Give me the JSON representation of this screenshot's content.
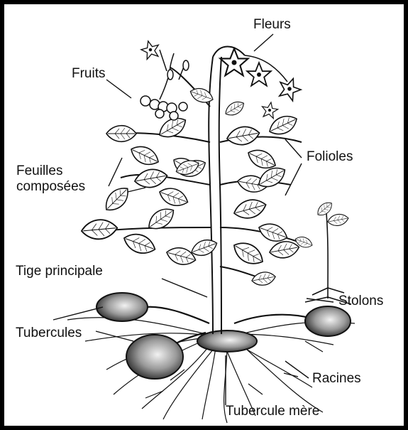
{
  "labels": {
    "fleurs": "Fleurs",
    "fruits": "Fruits",
    "folioles": "Folioles",
    "feuilles_composees_line1": "Feuilles",
    "feuilles_composees_line2": "composées",
    "tige_principale": "Tige principale",
    "stolons": "Stolons",
    "tubercules": "Tubercules",
    "racines": "Racines",
    "tubercule_mere": "Tubercule mère"
  },
  "colors": {
    "ink": "#111111",
    "paper": "#ffffff",
    "tuber_fill": "#7d7d7d",
    "border": "#000000"
  }
}
